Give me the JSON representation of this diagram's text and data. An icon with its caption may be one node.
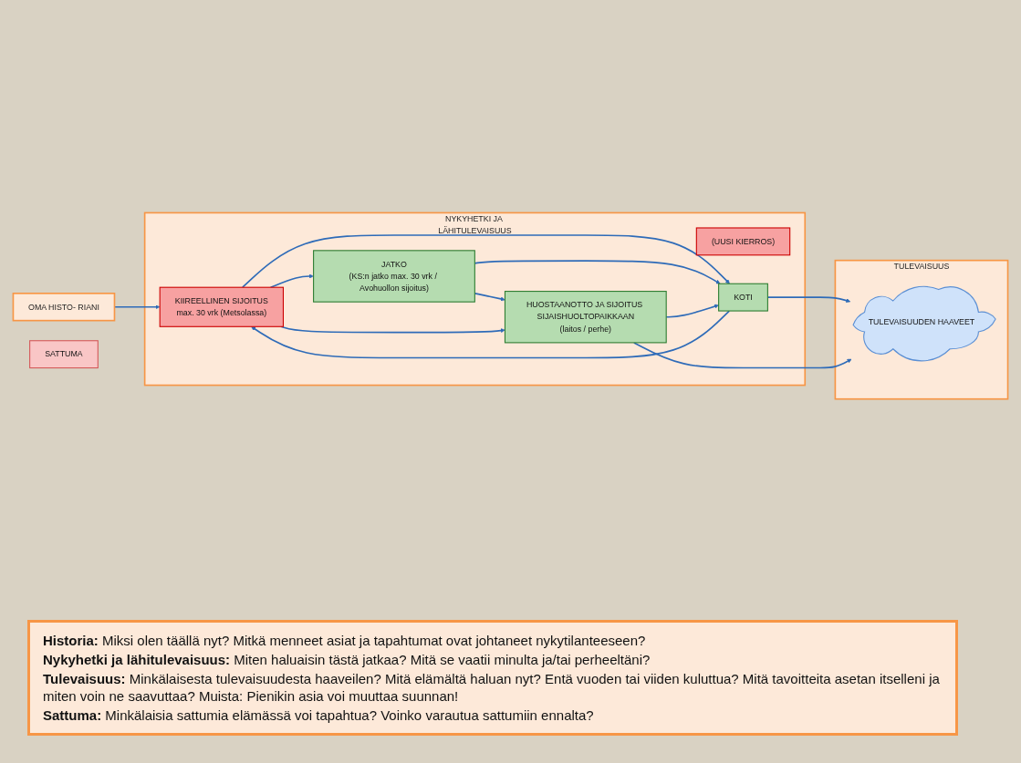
{
  "diagram": {
    "nodes": [
      {
        "text": [
          "OMA HISTO- RIANI"
        ]
      },
      {
        "text": [
          "NYKYHETKI JA LÄHITULEVAISUUS"
        ]
      },
      {
        "text": [
          "(UUSI KIERROS)"
        ],
        "in": 1
      },
      {
        "text": [
          "KOTI"
        ],
        "in": 1
      },
      {
        "text": [
          "KIIREELLINEN SIJOITUS",
          "max. 30 vrk (Metsolassa)"
        ],
        "in": 1
      },
      {
        "text": [
          "JATKO",
          "(KS:n jatko max. 30 vrk / Avohuollon sijoitus)"
        ],
        "in": 1
      },
      {
        "text": [
          "HUOSTAANOTTO JA SIJOITUS SIJAISHUOLTOPAIKKAAN",
          "(laitos / perhe)"
        ],
        "in": 1
      },
      {
        "text": [
          "TULEVAISUUS"
        ]
      },
      {
        "text": [
          "TULEVAISUUDEN HAAVEET"
        ],
        "in": 7
      },
      {
        "text": [
          "SATTUMA"
        ]
      }
    ],
    "edges": [
      {
        "from": 0,
        "to": 4,
        "arrow": "to"
      },
      {
        "from": 3,
        "to": 4,
        "arrow": "to"
      },
      {
        "from": 4,
        "to": 3,
        "arrow": "to"
      },
      {
        "from": 4,
        "to": 5,
        "arrow": "to"
      },
      {
        "from": 5,
        "to": 3,
        "arrow": "to"
      },
      {
        "from": 5,
        "to": 6,
        "arrow": "to"
      },
      {
        "from": 4,
        "to": 6,
        "arrow": "to"
      },
      {
        "from": 6,
        "to": 3,
        "arrow": "to"
      },
      {
        "from": 3,
        "to": 8,
        "arrow": "to"
      },
      {
        "from": 6,
        "to": 8,
        "arrow": "to"
      }
    ],
    "labels": [
      "**Historia:** Miksi olen täällä nyt? Mitkä menneet asiat ja tapahtumat ovat johtaneet nykytilanteeseen?",
      "**Nykyhetki ja lähitulevaisuus:** Miten haluaisin tästä jatkaa? Mitä se vaatii minulta ja/tai perheeltäni?",
      "**Tulevaisuus:** Minkälaisesta tulevaisuudesta haaveilen? Mitä elämältä haluan nyt? Entä vuoden tai viiden kuluttua? Mitä tavoitteita asetan itselleni ja miten voin ne saavuttaa? Muista: Pienikin asia voi muuttaa suunnan!",
      "**Sattuma:** Minkälaisia sattumia elämässä voi tapahtua? Voinko varautua sattumiin ennalta?"
    ]
  }
}
